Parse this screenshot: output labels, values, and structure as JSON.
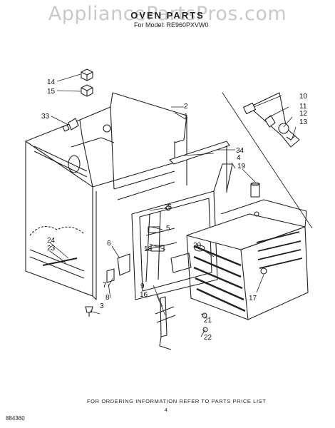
{
  "watermark": "AppliancePartsPros.com",
  "title": "OVEN PARTS",
  "model_line": "For Model: RE960PXVW0",
  "footer_note": "FOR ORDERING INFORMATION REFER TO PARTS PRICE LIST",
  "page_number": "4",
  "diagram_code": "884360",
  "callouts": [
    "1",
    "2",
    "3",
    "4",
    "5",
    "6",
    "7",
    "8",
    "9",
    "10",
    "11",
    "12",
    "13",
    "14",
    "15",
    "16",
    "17",
    "18",
    "19",
    "20",
    "21",
    "22",
    "23",
    "24",
    "25",
    "33",
    "34"
  ]
}
